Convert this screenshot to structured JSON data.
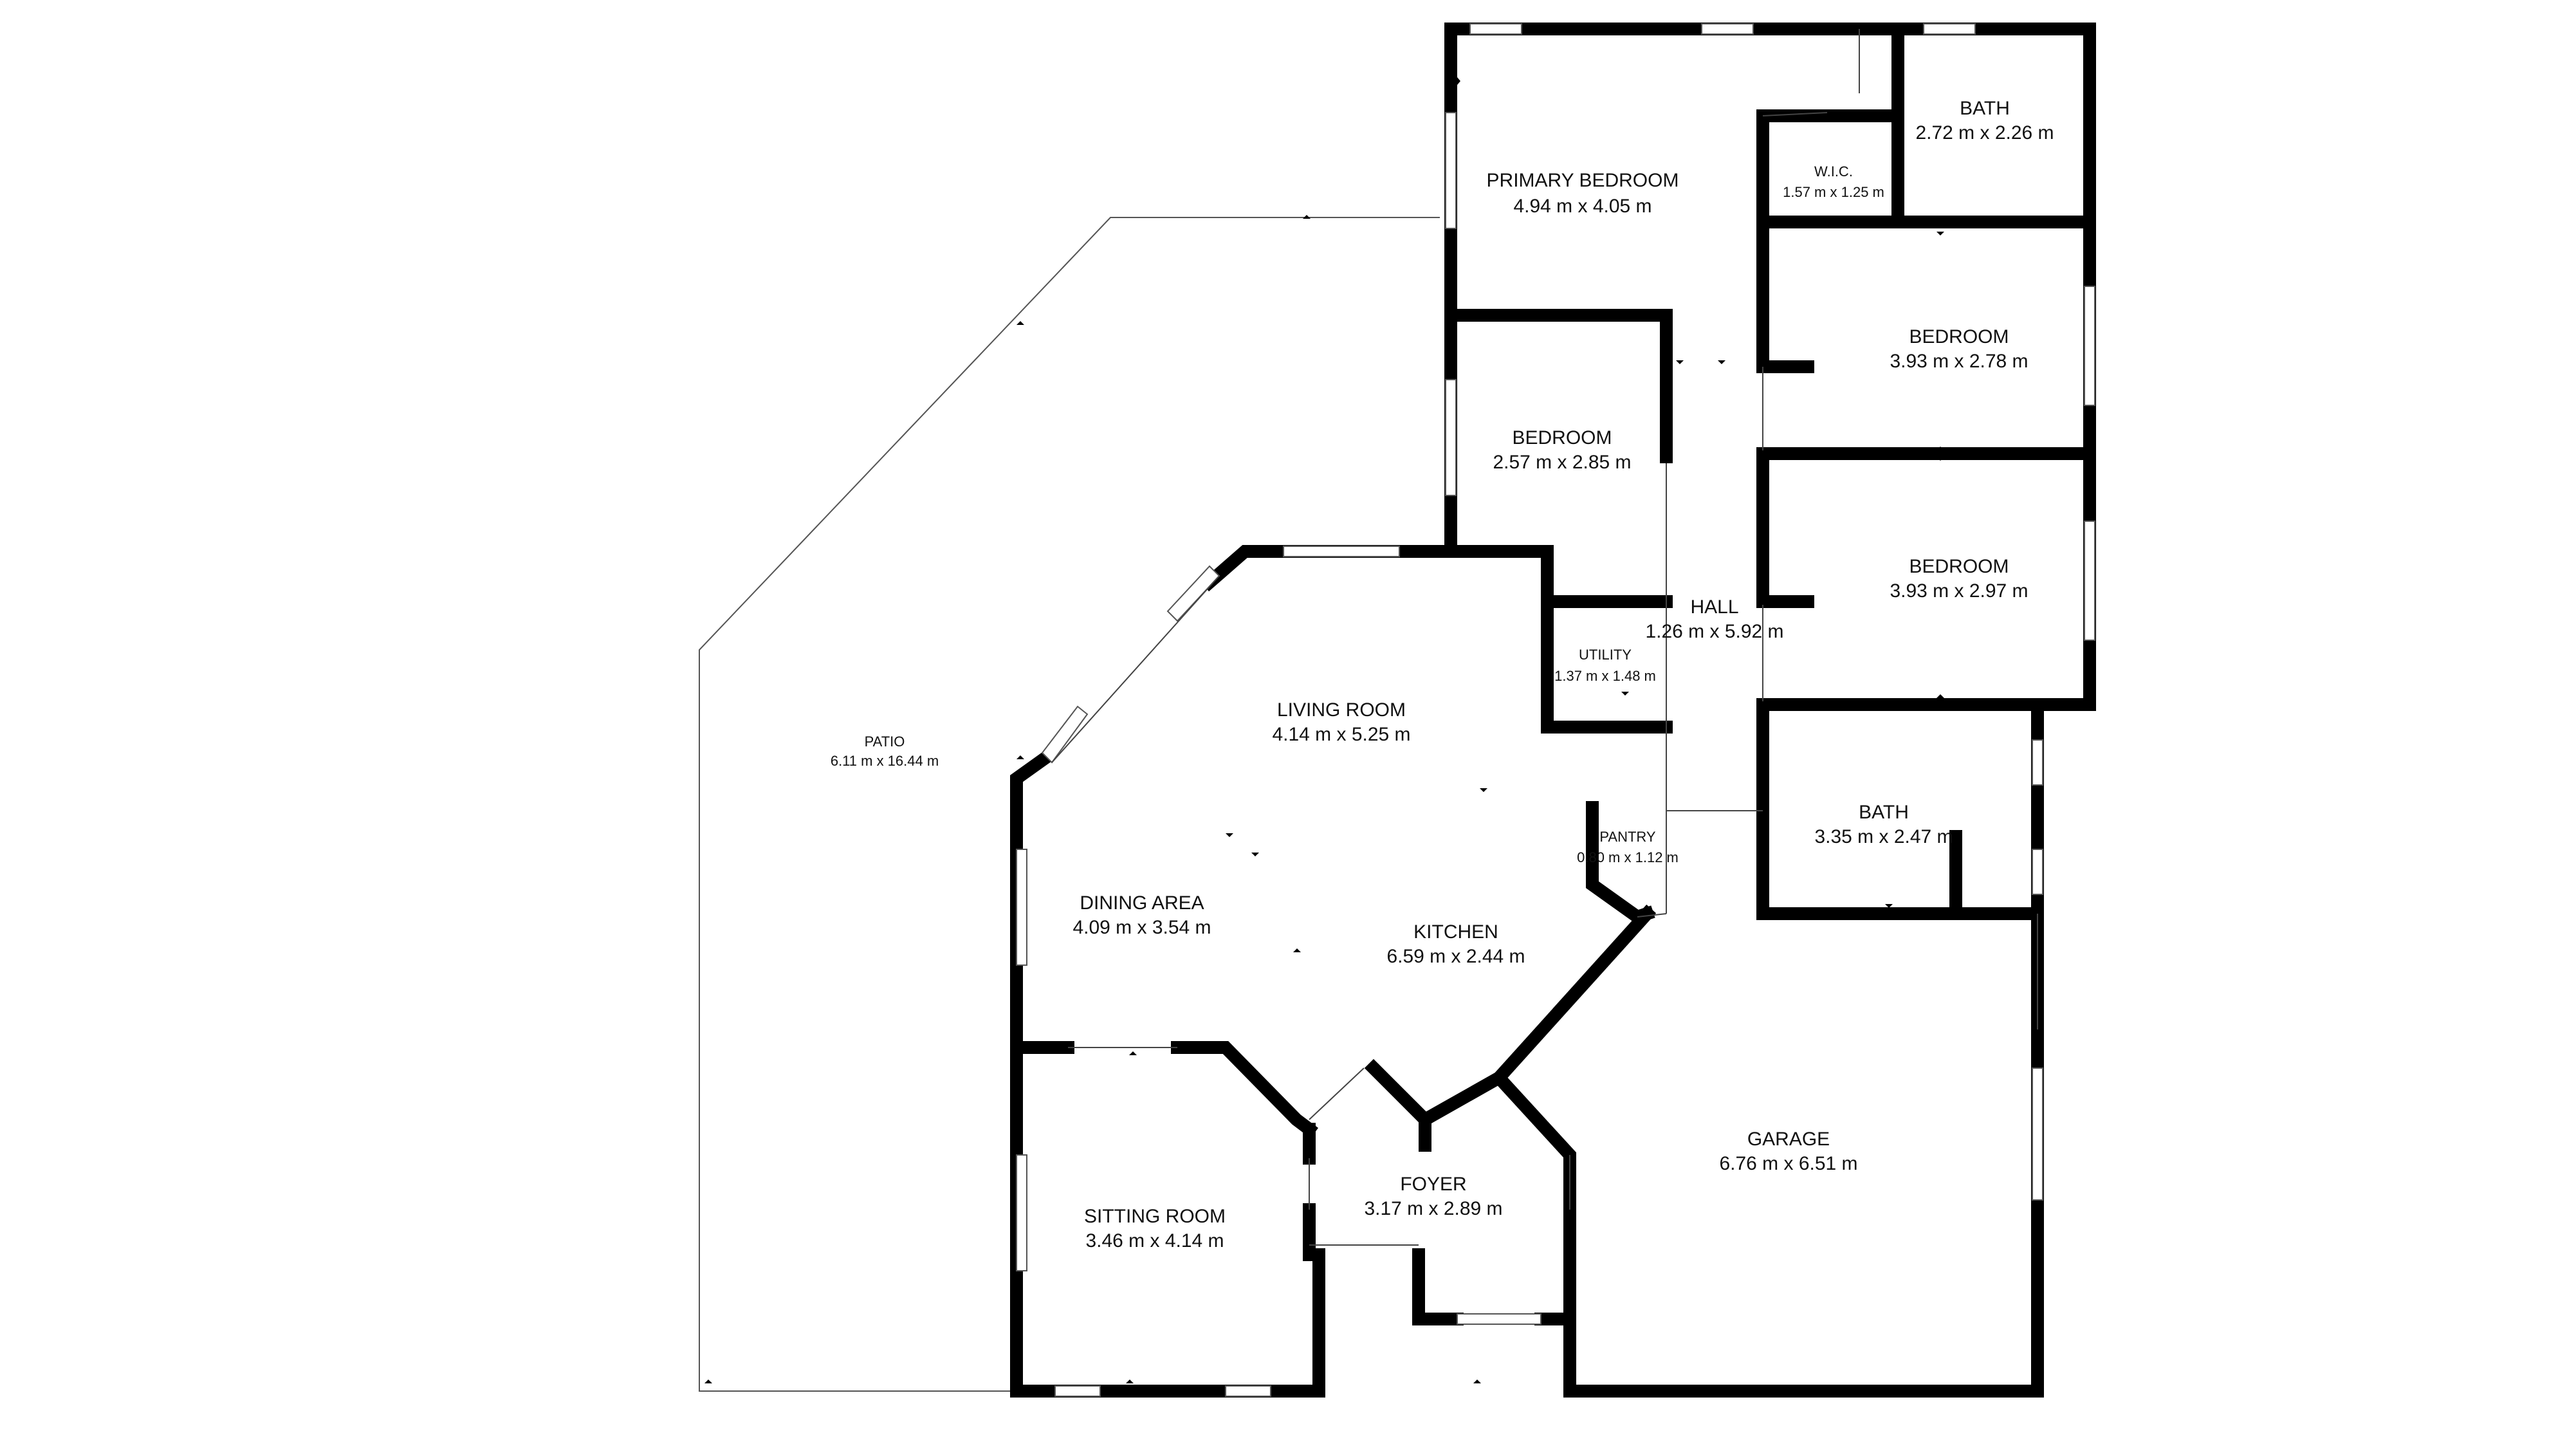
{
  "rooms": {
    "primary_bedroom": {
      "name": "PRIMARY BEDROOM",
      "dims": "4.94 m x 4.05 m"
    },
    "bath_primary": {
      "name": "BATH",
      "dims": "2.72 m x 2.26 m"
    },
    "wic": {
      "name": "W.I.C.",
      "dims": "1.57 m x 1.25 m"
    },
    "bedroom_2": {
      "name": "BEDROOM",
      "dims": "3.93 m x 2.78 m"
    },
    "bedroom_3": {
      "name": "BEDROOM",
      "dims": "2.57 m x 2.85 m"
    },
    "bedroom_4": {
      "name": "BEDROOM",
      "dims": "3.93 m x 2.97 m"
    },
    "hall": {
      "name": "HALL",
      "dims": "1.26 m x 5.92 m"
    },
    "utility": {
      "name": "UTILITY",
      "dims": "1.37 m x 1.48 m"
    },
    "living_room": {
      "name": "LIVING ROOM",
      "dims": "4.14 m x 5.25 m"
    },
    "patio": {
      "name": "PATIO",
      "dims": "6.11 m x 16.44 m"
    },
    "bath_2": {
      "name": "BATH",
      "dims": "3.35 m x 2.47 m"
    },
    "pantry": {
      "name": "PANTRY",
      "dims": "0.80 m x 1.12 m"
    },
    "dining_area": {
      "name": "DINING AREA",
      "dims": "4.09 m x 3.54 m"
    },
    "kitchen": {
      "name": "KITCHEN",
      "dims": "6.59 m x 2.44 m"
    },
    "garage": {
      "name": "GARAGE",
      "dims": "6.76 m x 6.51 m"
    },
    "foyer": {
      "name": "FOYER",
      "dims": "3.17 m x 2.89 m"
    },
    "sitting_room": {
      "name": "SITTING ROOM",
      "dims": "3.46 m x 4.14 m"
    }
  }
}
